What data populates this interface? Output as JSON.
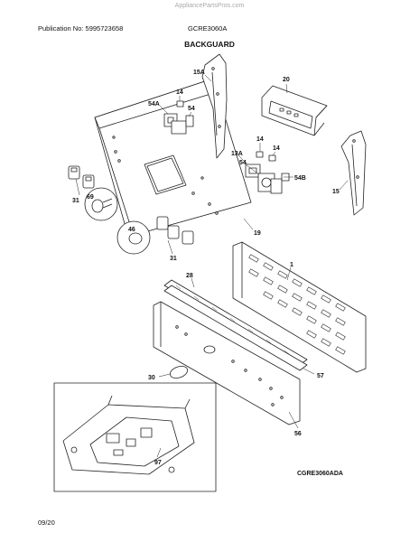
{
  "header": {
    "watermark": "AppliancePartsPros.com",
    "publication": "Publication No: 5995723658",
    "model": "GCRE3060A",
    "section_title": "BACKGUARD"
  },
  "footer": {
    "diagram_code": "CGRE3060ADA",
    "date": "09/20"
  },
  "callouts": {
    "c15a": "15A",
    "c20": "20",
    "c14a": "14",
    "c54a": "54A",
    "c54": "54",
    "c14b": "14",
    "c14c": "14",
    "c13a": "13A",
    "c54b_top": "54",
    "c54b": "54B",
    "c15": "15",
    "c31a": "31",
    "c69": "69",
    "c46": "46",
    "c31b": "31",
    "c19": "19",
    "c1": "1",
    "c28": "28",
    "c57": "57",
    "c30": "30",
    "c56": "56",
    "c97": "97"
  }
}
